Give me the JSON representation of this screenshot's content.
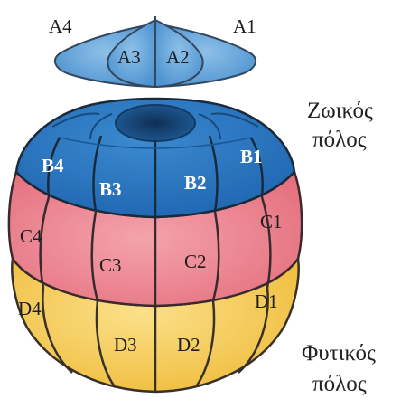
{
  "tier_a": {
    "a1": "A1",
    "a2": "A2",
    "a3": "A3",
    "a4": "A4"
  },
  "tier_b": {
    "b1": "B1",
    "b2": "B2",
    "b3": "B3",
    "b4": "B4"
  },
  "tier_c": {
    "c1": "C1",
    "c2": "C2",
    "c3": "C3",
    "c4": "C4"
  },
  "tier_d": {
    "d1": "D1",
    "d2": "D2",
    "d3": "D3",
    "d4": "D4"
  },
  "poles": {
    "animal_line1": "Ζωικός",
    "animal_line2": "πόλος",
    "vegetal_line1": "Φυτικός",
    "vegetal_line2": "πόλος"
  },
  "colors": {
    "blue_tier": "#2f7cc6",
    "blue_dark": "#1a4f86",
    "red_tier": "#ea7e8a",
    "yellow_tier": "#f3c84b",
    "top_cap": "#5b9ed6",
    "outline": "#333a44"
  }
}
